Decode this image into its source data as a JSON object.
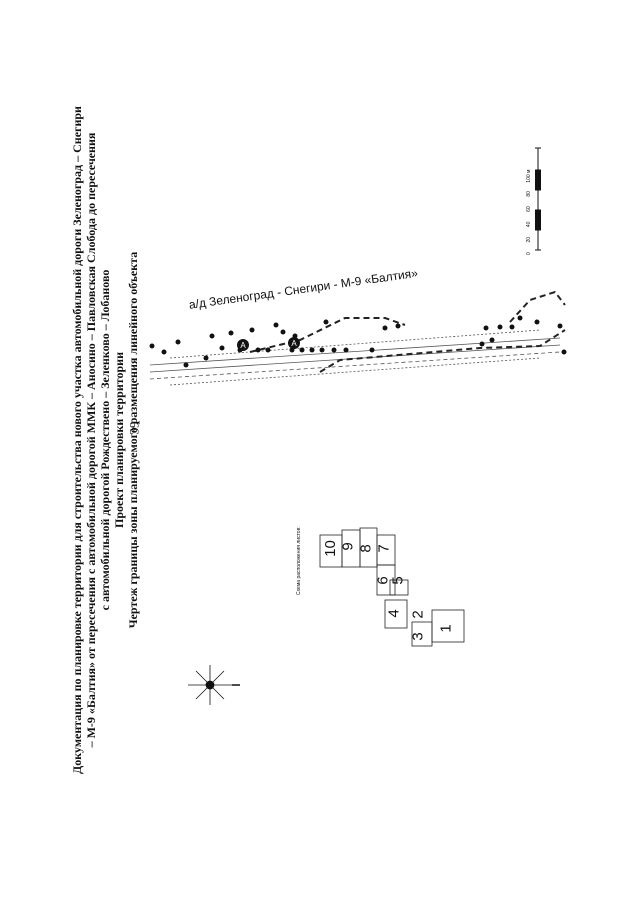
{
  "page_number": "39",
  "title_lines": [
    "Документация по планировке территории для строительства нового участка автомобильной дороги Зеленоград – Снегири",
    "– М-9 «Балтия» от пересечения с автомобильной дорогой ММК – Аносино – Павловская Слобода до пересечения",
    "с автомобильной дорогой Рождествено – Зеленково – Лобаново",
    "Проект планировки территории",
    "Чертеж границы зоны планируемого размещения линейного объекта"
  ],
  "road_label": "а/д Зеленоград - Снегири - М-9 «Балтия»",
  "scheme_caption": "Схема расположения листов:",
  "scale_ticks": [
    "0",
    "20",
    "40",
    "60",
    "80",
    "100 м"
  ],
  "sheets": [
    "1",
    "2",
    "3",
    "4",
    "5",
    "6",
    "7",
    "8",
    "9",
    "10"
  ],
  "marker_letter": "A"
}
